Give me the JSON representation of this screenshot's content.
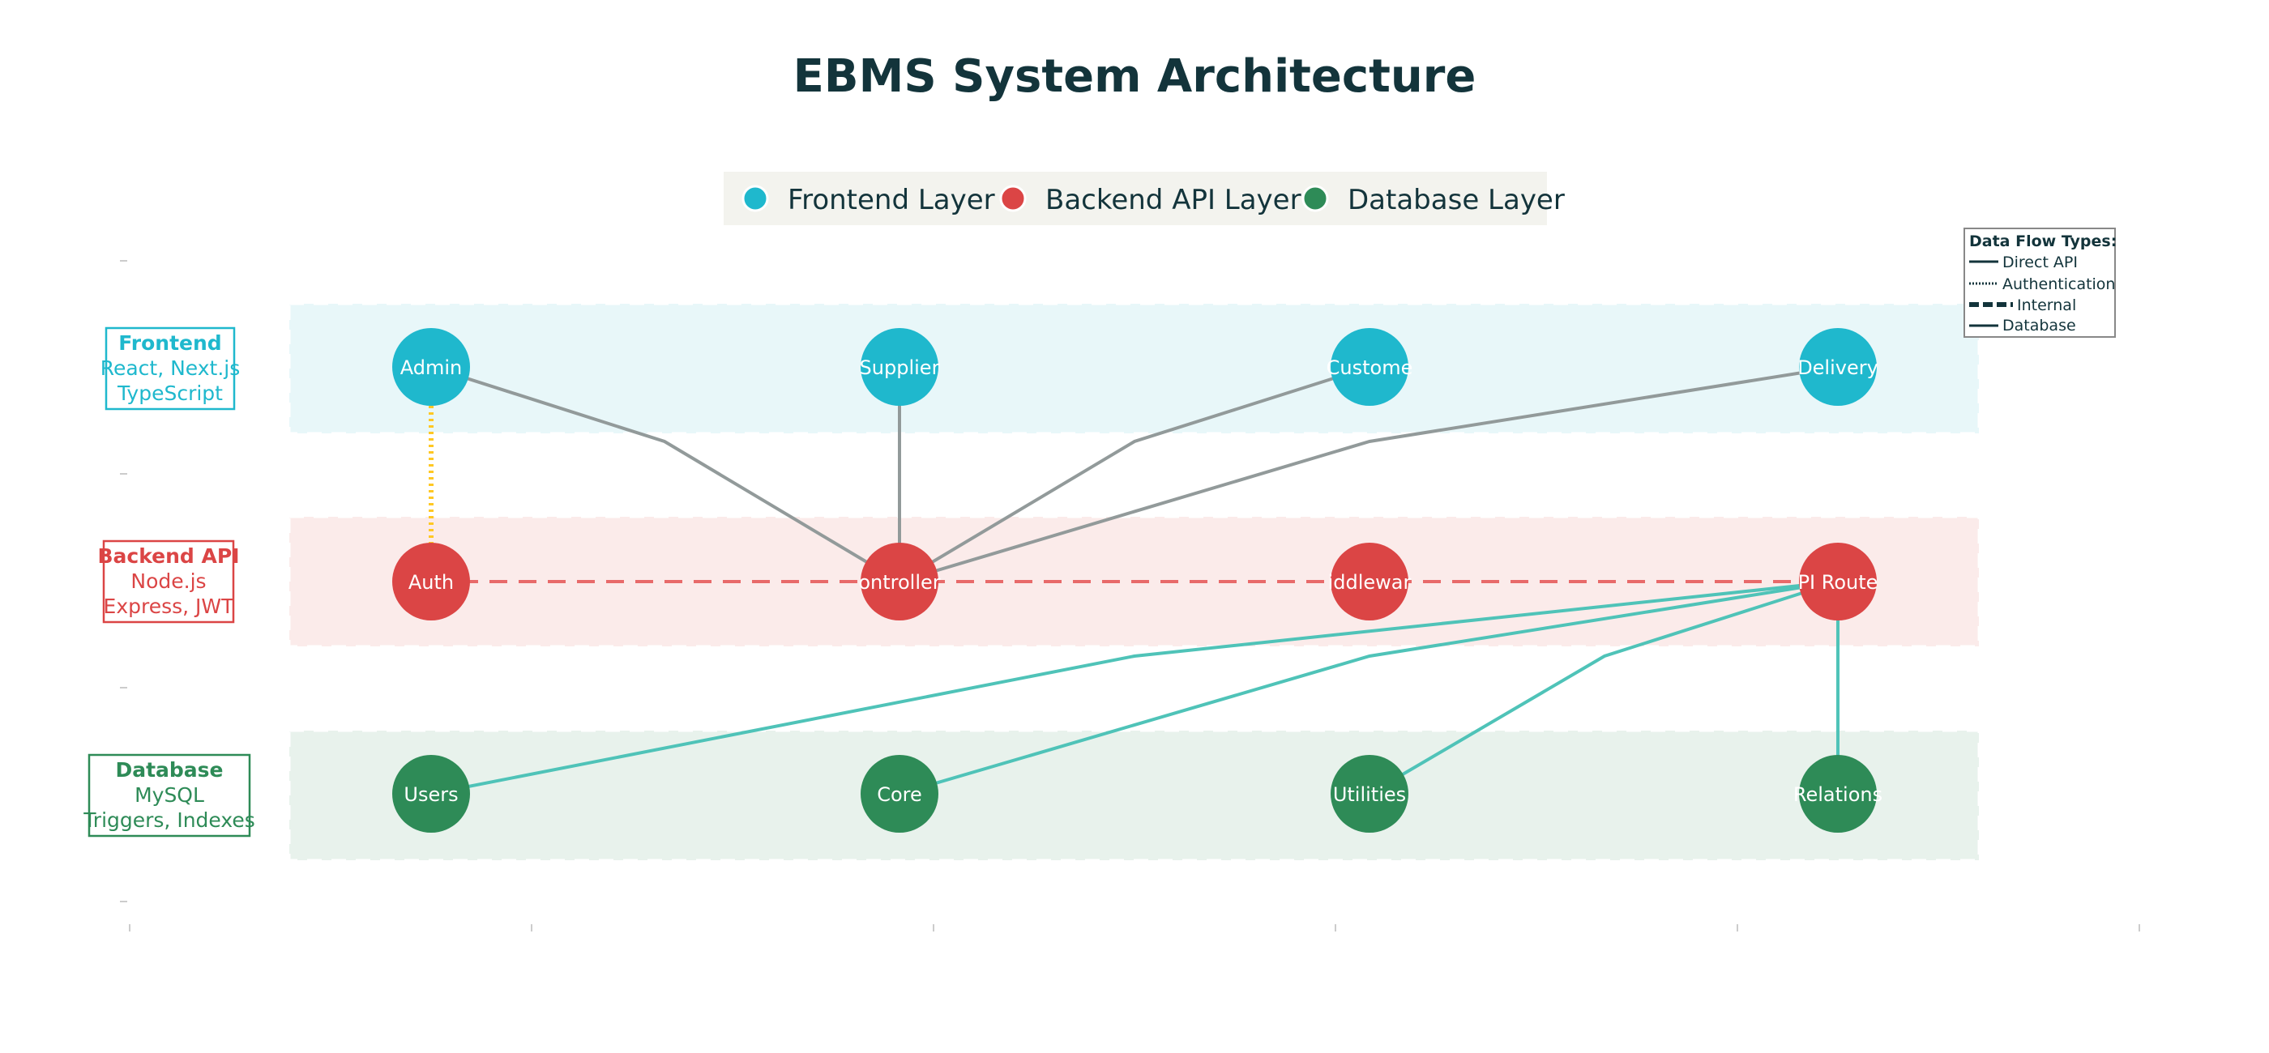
{
  "title": "EBMS System Architecture",
  "colors": {
    "frontend": "#1fb8cd",
    "backend": "#db4545",
    "database": "#2e8b57",
    "text": "#13343b",
    "edge_frontend": "#929a9a",
    "edge_database": "#4fc3b8",
    "edge_auth": "#ffc824",
    "edge_internal": "#e86a6a"
  },
  "legend": [
    {
      "label": "Frontend Layer",
      "color": "#1fb8cd"
    },
    {
      "label": "Backend API Layer",
      "color": "#db4545"
    },
    {
      "label": "Database Layer",
      "color": "#2e8b57"
    }
  ],
  "flow_legend": {
    "title": "Data Flow Types:",
    "items": [
      "Direct API",
      "Authentication",
      "Internal",
      "Database"
    ]
  },
  "layers": [
    {
      "key": "frontend",
      "title": "Frontend",
      "lines": [
        "React, Next.js",
        "TypeScript"
      ]
    },
    {
      "key": "backend",
      "title": "Backend API",
      "lines": [
        "Node.js",
        "Express, JWT"
      ]
    },
    {
      "key": "database",
      "title": "Database",
      "lines": [
        "MySQL",
        "Triggers, Indexes"
      ]
    }
  ],
  "nodes": {
    "frontend": [
      "Admin",
      "Supplier",
      "Custome",
      "Delivery"
    ],
    "backend": [
      "Auth",
      "ontroller",
      "iddlewar",
      "PI Route"
    ],
    "database": [
      "Users",
      "Core",
      "Utilities",
      "Relations"
    ]
  }
}
